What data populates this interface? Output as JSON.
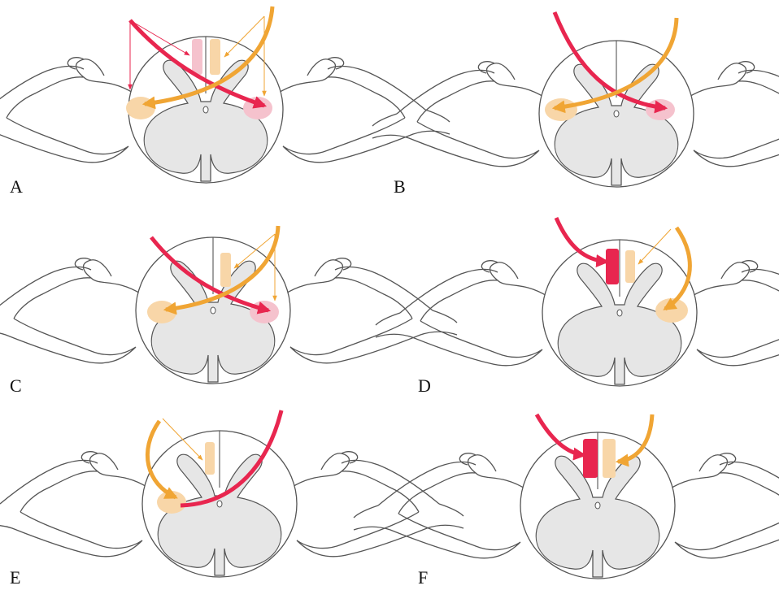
{
  "panels": [
    {
      "label": "A"
    },
    {
      "label": "B"
    },
    {
      "label": "C"
    },
    {
      "label": "D"
    },
    {
      "label": "E"
    },
    {
      "label": "F"
    }
  ],
  "colors": {
    "red": "#e8264f",
    "orange": "#f0a534",
    "pink_fill": "#f5c2cd",
    "orange_fill": "#f8d6a8",
    "gray_matter": "#e6e6e6",
    "outline": "#555555"
  }
}
